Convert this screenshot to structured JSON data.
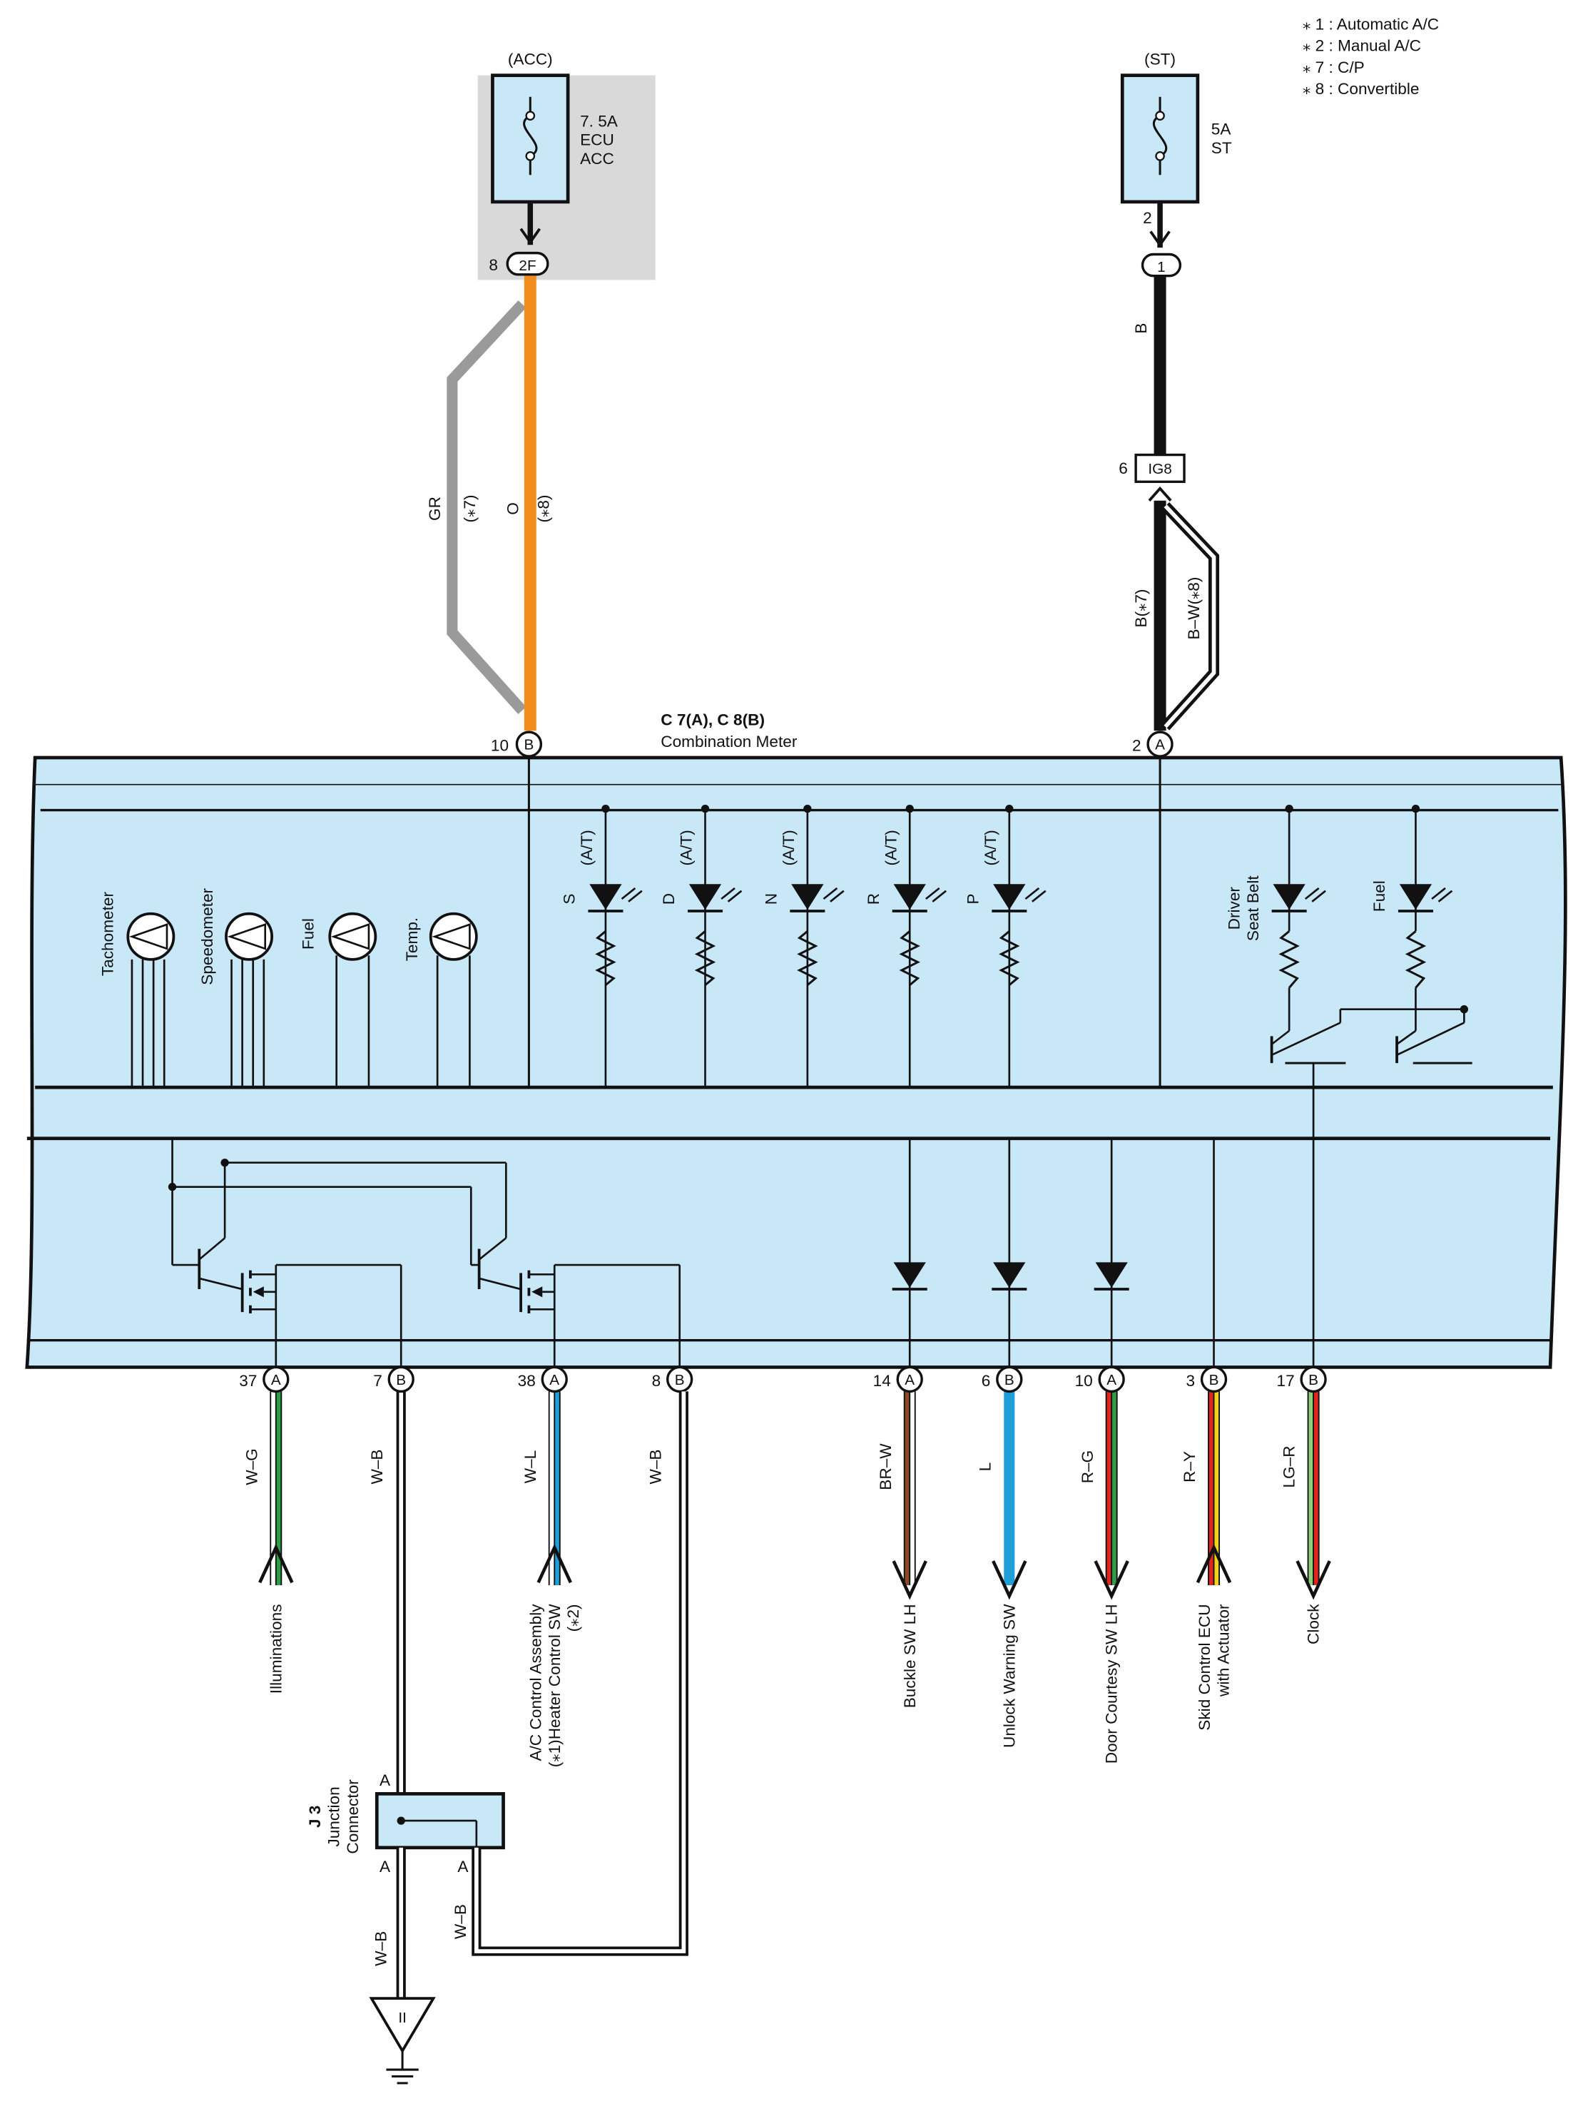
{
  "legend": [
    "⁎ 1 : Automatic A/C",
    "⁎ 2 : Manual A/C",
    "⁎ 7 : C/P",
    "⁎ 8 : Convertible"
  ],
  "fuses": {
    "acc": {
      "header": "(ACC)",
      "rating": "7. 5A",
      "name_line1": "ECU",
      "name_line2": "ACC",
      "pin": "8",
      "connector": "2F"
    },
    "st": {
      "header": "(ST)",
      "rating": "5A",
      "name": "ST",
      "pin": "2",
      "connector": "1"
    }
  },
  "wires_top": {
    "acc_gr": "GR",
    "acc_gr_note": "(⁎7)",
    "acc_o": "O",
    "acc_o_note": "(⁎8)",
    "st_b": "B",
    "ig8_pin": "6",
    "ig8_label": "IG8",
    "b7": "B(⁎7)",
    "bw8": "B–W(⁎8)"
  },
  "meter": {
    "connectors": "C 7(A), C 8(B)",
    "name": "Combination Meter",
    "top_pin_left": {
      "num": "10",
      "letter": "B"
    },
    "top_pin_right": {
      "num": "2",
      "letter": "A"
    }
  },
  "gauges": [
    "Tachometer",
    "Speedometer",
    "Fuel",
    "Temp."
  ],
  "shift_indicators": [
    {
      "letter": "S",
      "note": "(A/T)"
    },
    {
      "letter": "D",
      "note": "(A/T)"
    },
    {
      "letter": "N",
      "note": "(A/T)"
    },
    {
      "letter": "R",
      "note": "(A/T)"
    },
    {
      "letter": "P",
      "note": "(A/T)"
    }
  ],
  "warning_lamps": [
    {
      "line1": "Driver",
      "line2": "Seat Belt"
    },
    {
      "line1": "Fuel",
      "line2": ""
    }
  ],
  "bottom_pins": [
    {
      "num": "37",
      "letter": "A",
      "wire": "W–G",
      "dest_lines": [
        "Illuminations"
      ],
      "colors": [
        "#ffffff",
        "#2e9e46"
      ],
      "dir": "in"
    },
    {
      "num": "7",
      "letter": "B",
      "wire": "W–B",
      "dest_lines": [],
      "colors": [
        "#ffffff",
        "#111111"
      ],
      "dir": "none"
    },
    {
      "num": "38",
      "letter": "A",
      "wire": "W–L",
      "dest_lines": [
        "A/C Control Assembly",
        "(⁎1)Heater Control SW",
        "(⁎2)"
      ],
      "colors": [
        "#ffffff",
        "#1f9ed8"
      ],
      "dir": "in"
    },
    {
      "num": "8",
      "letter": "B",
      "wire": "W–B",
      "dest_lines": [],
      "colors": [
        "#ffffff",
        "#111111"
      ],
      "dir": "none"
    },
    {
      "num": "14",
      "letter": "A",
      "wire": "BR–W",
      "dest_lines": [
        "Buckle SW LH"
      ],
      "colors": [
        "#8b4a25",
        "#ffffff"
      ],
      "dir": "out"
    },
    {
      "num": "6",
      "letter": "B",
      "wire": "L",
      "dest_lines": [
        "Unlock Warning SW"
      ],
      "colors": [
        "#1f9ed8",
        "#1f9ed8"
      ],
      "dir": "out"
    },
    {
      "num": "10",
      "letter": "A",
      "wire": "R–G",
      "dest_lines": [
        "Door Courtesy SW LH"
      ],
      "colors": [
        "#e0261d",
        "#2e9e46"
      ],
      "dir": "out"
    },
    {
      "num": "3",
      "letter": "B",
      "wire": "R–Y",
      "dest_lines": [
        "Skid Control ECU",
        "with Actuator"
      ],
      "colors": [
        "#e0261d",
        "#f3d21a"
      ],
      "dir": "in"
    },
    {
      "num": "17",
      "letter": "B",
      "wire": "LG–R",
      "dest_lines": [
        "Clock"
      ],
      "colors": [
        "#8fcf7a",
        "#e0261d"
      ],
      "dir": "out"
    }
  ],
  "junction": {
    "id": "J 3",
    "line1": "Junction",
    "line2": "Connector",
    "pin_top": "A",
    "pin_bottom_left": "A",
    "pin_bottom_right": "A",
    "wire_to_ground": "W–B",
    "wire_return": "W–B",
    "ground_label": "II"
  },
  "colors": {
    "meter_fill": "#c8e8f8",
    "fuse_fill": "#c8e8f8",
    "acc_box_bg": "#d9d9d9",
    "orange": "#f28c1c",
    "gray": "#9a9a9a",
    "black": "#111111"
  }
}
